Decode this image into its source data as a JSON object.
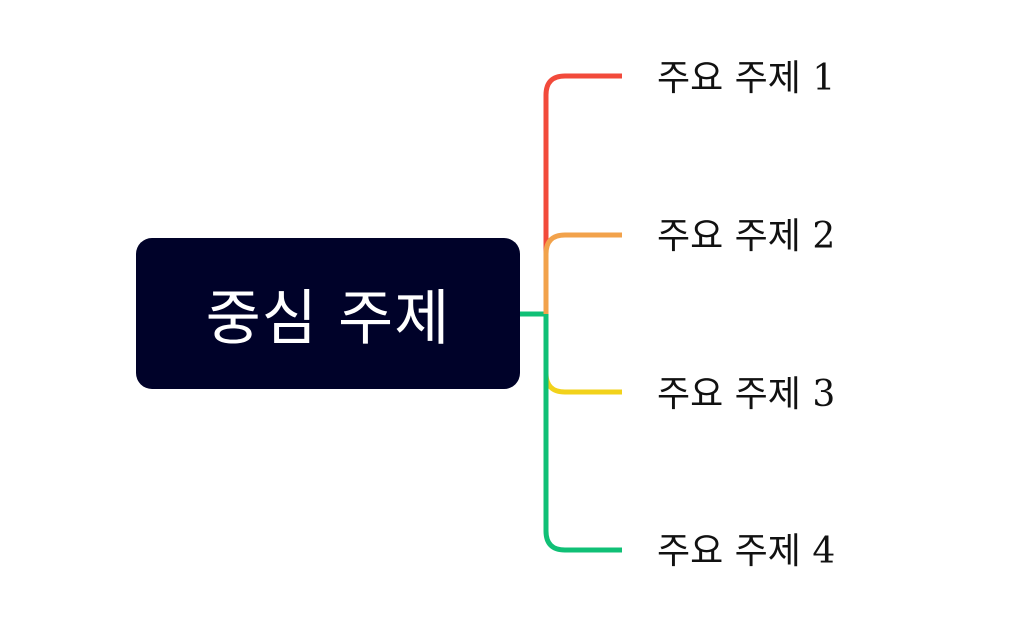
{
  "central_topic": {
    "label": "중심 주제",
    "background_color": "#000229",
    "text_color": "#ffffff"
  },
  "main_topics": [
    {
      "label": "주요 주제 1",
      "branch_color": "#F24A3B"
    },
    {
      "label": "주요 주제 2",
      "branch_color": "#F2A24B"
    },
    {
      "label": "주요 주제 3",
      "branch_color": "#F2D21B"
    },
    {
      "label": "주요 주제 4",
      "branch_color": "#10C076"
    }
  ]
}
